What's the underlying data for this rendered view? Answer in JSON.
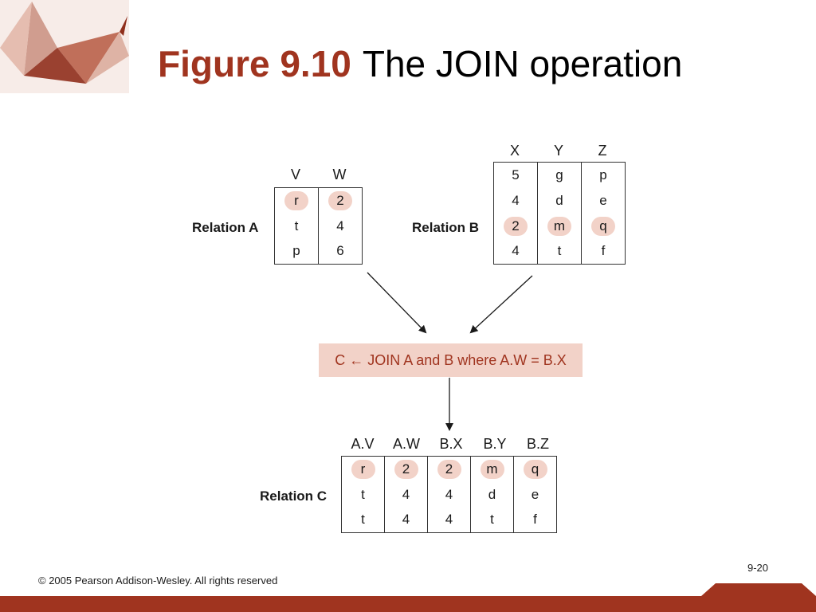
{
  "title": {
    "figure_number": "Figure 9.10",
    "caption": "The JOIN operation"
  },
  "relation_a": {
    "label": "Relation A",
    "columns": [
      "V",
      "W"
    ],
    "rows": [
      [
        "r",
        "2"
      ],
      [
        "t",
        "4"
      ],
      [
        "p",
        "6"
      ]
    ]
  },
  "relation_b": {
    "label": "Relation B",
    "columns": [
      "X",
      "Y",
      "Z"
    ],
    "rows": [
      [
        "5",
        "g",
        "p"
      ],
      [
        "4",
        "d",
        "e"
      ],
      [
        "2",
        "m",
        "q"
      ],
      [
        "4",
        "t",
        "f"
      ]
    ]
  },
  "operation": {
    "text": "C ← JOIN A and B where A.W = B.X"
  },
  "relation_c": {
    "label": "Relation C",
    "columns": [
      "A.V",
      "A.W",
      "B.X",
      "B.Y",
      "B.Z"
    ],
    "rows": [
      [
        "r",
        "2",
        "2",
        "m",
        "q"
      ],
      [
        "t",
        "4",
        "4",
        "d",
        "e"
      ],
      [
        "t",
        "4",
        "4",
        "t",
        "f"
      ]
    ]
  },
  "footer": {
    "page_number": "9-20",
    "copyright": "© 2005 Pearson Addison-Wesley. All rights reserved"
  },
  "colors": {
    "accent": "#a0341f",
    "highlight": "#f2d2c8"
  }
}
